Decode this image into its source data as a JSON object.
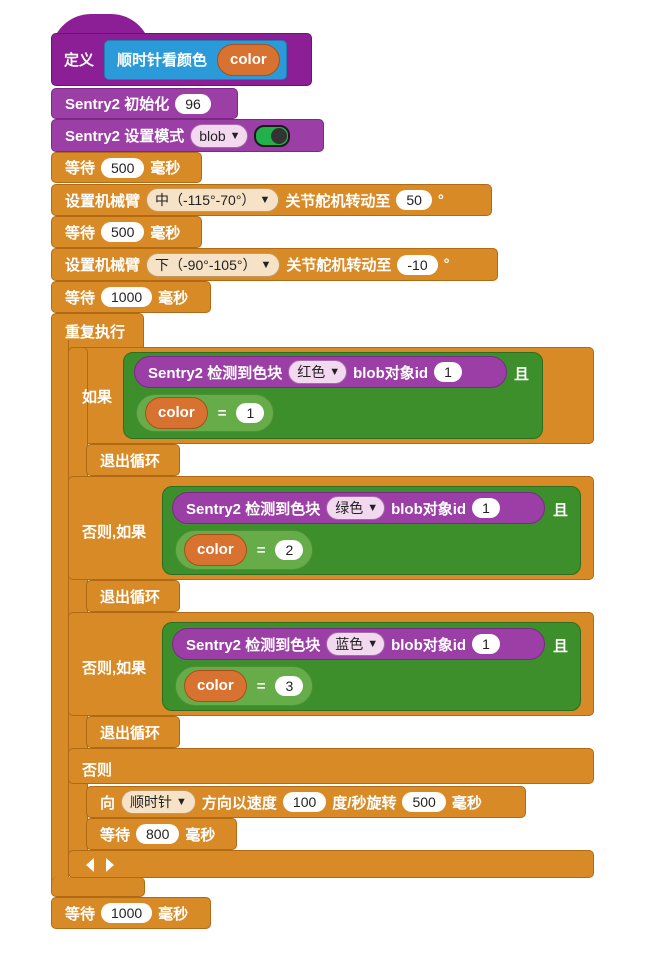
{
  "define": {
    "label": "定义",
    "name": "顺时针看颜色",
    "param": "color"
  },
  "init": {
    "label": "Sentry2 初始化",
    "value": "96"
  },
  "mode": {
    "label": "Sentry2 设置模式",
    "value": "blob"
  },
  "wait1": {
    "label": "等待",
    "value": "500",
    "unit": "毫秒"
  },
  "arm1": {
    "label": "设置机械臂",
    "joint": "中（-115°-70°）",
    "mid": "关节舵机转动至",
    "value": "50",
    "unit": "°"
  },
  "wait2": {
    "label": "等待",
    "value": "500",
    "unit": "毫秒"
  },
  "arm2": {
    "label": "设置机械臂",
    "joint": "下（-90°-105°）",
    "mid": "关节舵机转动至",
    "value": "-10",
    "unit": "°"
  },
  "wait3": {
    "label": "等待",
    "value": "1000",
    "unit": "毫秒"
  },
  "repeat": {
    "label": "重复执行"
  },
  "if1": {
    "label": "如果",
    "cond": {
      "prefix": "Sentry2 检测到色块",
      "color": "红色",
      "mid": "blob对象id",
      "id": "1",
      "and": "且"
    },
    "eq": {
      "var": "color",
      "op": "=",
      "value": "1"
    }
  },
  "break1": {
    "label": "退出循环"
  },
  "elif1": {
    "label": "否则,如果",
    "cond": {
      "prefix": "Sentry2 检测到色块",
      "color": "绿色",
      "mid": "blob对象id",
      "id": "1",
      "and": "且"
    },
    "eq": {
      "var": "color",
      "op": "=",
      "value": "2"
    }
  },
  "break2": {
    "label": "退出循环"
  },
  "elif2": {
    "label": "否则,如果",
    "cond": {
      "prefix": "Sentry2 检测到色块",
      "color": "蓝色",
      "mid": "blob对象id",
      "id": "1",
      "and": "且"
    },
    "eq": {
      "var": "color",
      "op": "=",
      "value": "3"
    }
  },
  "break3": {
    "label": "退出循环"
  },
  "else": {
    "label": "否则"
  },
  "rotate": {
    "label": "向",
    "dir": "顺时针",
    "mid": "方向以速度",
    "speed": "100",
    "mid2": "度/秒旋转",
    "time": "500",
    "unit": "毫秒"
  },
  "wait4": {
    "label": "等待",
    "value": "800",
    "unit": "毫秒"
  },
  "wait5": {
    "label": "等待",
    "value": "1000",
    "unit": "毫秒"
  },
  "colors": {
    "control": "#d88a27",
    "sentry": "#9b3fa6",
    "define": "#8c1f96",
    "logic": "#3d8f2b",
    "var": "#d87230",
    "proc": "#2a9ad8"
  }
}
